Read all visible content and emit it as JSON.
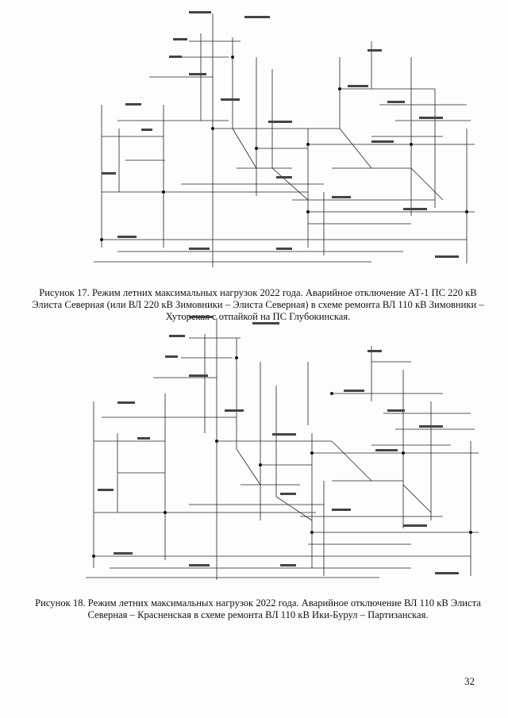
{
  "figures": [
    {
      "caption": "Рисунок 17. Режим летних максимальных нагрузок 2022 года. Аварийное отключение АТ-1 ПС 220 кВ Элиста Северная (или ВЛ 220 кВ Зимовники – Элиста Северная) в схеме ремонта ВЛ 110 кВ Зимовники – Хуторская с отпайкой на ПС Глубокинская."
    },
    {
      "caption": "Рисунок 18. Режим летних максимальных нагрузок 2022 года. Аварийное отключение ВЛ 110 кВ Элиста Северная – Красненская в схеме ремонта ВЛ 110 кВ Ики-Бурул – Партизанская."
    }
  ],
  "page_number": "32"
}
